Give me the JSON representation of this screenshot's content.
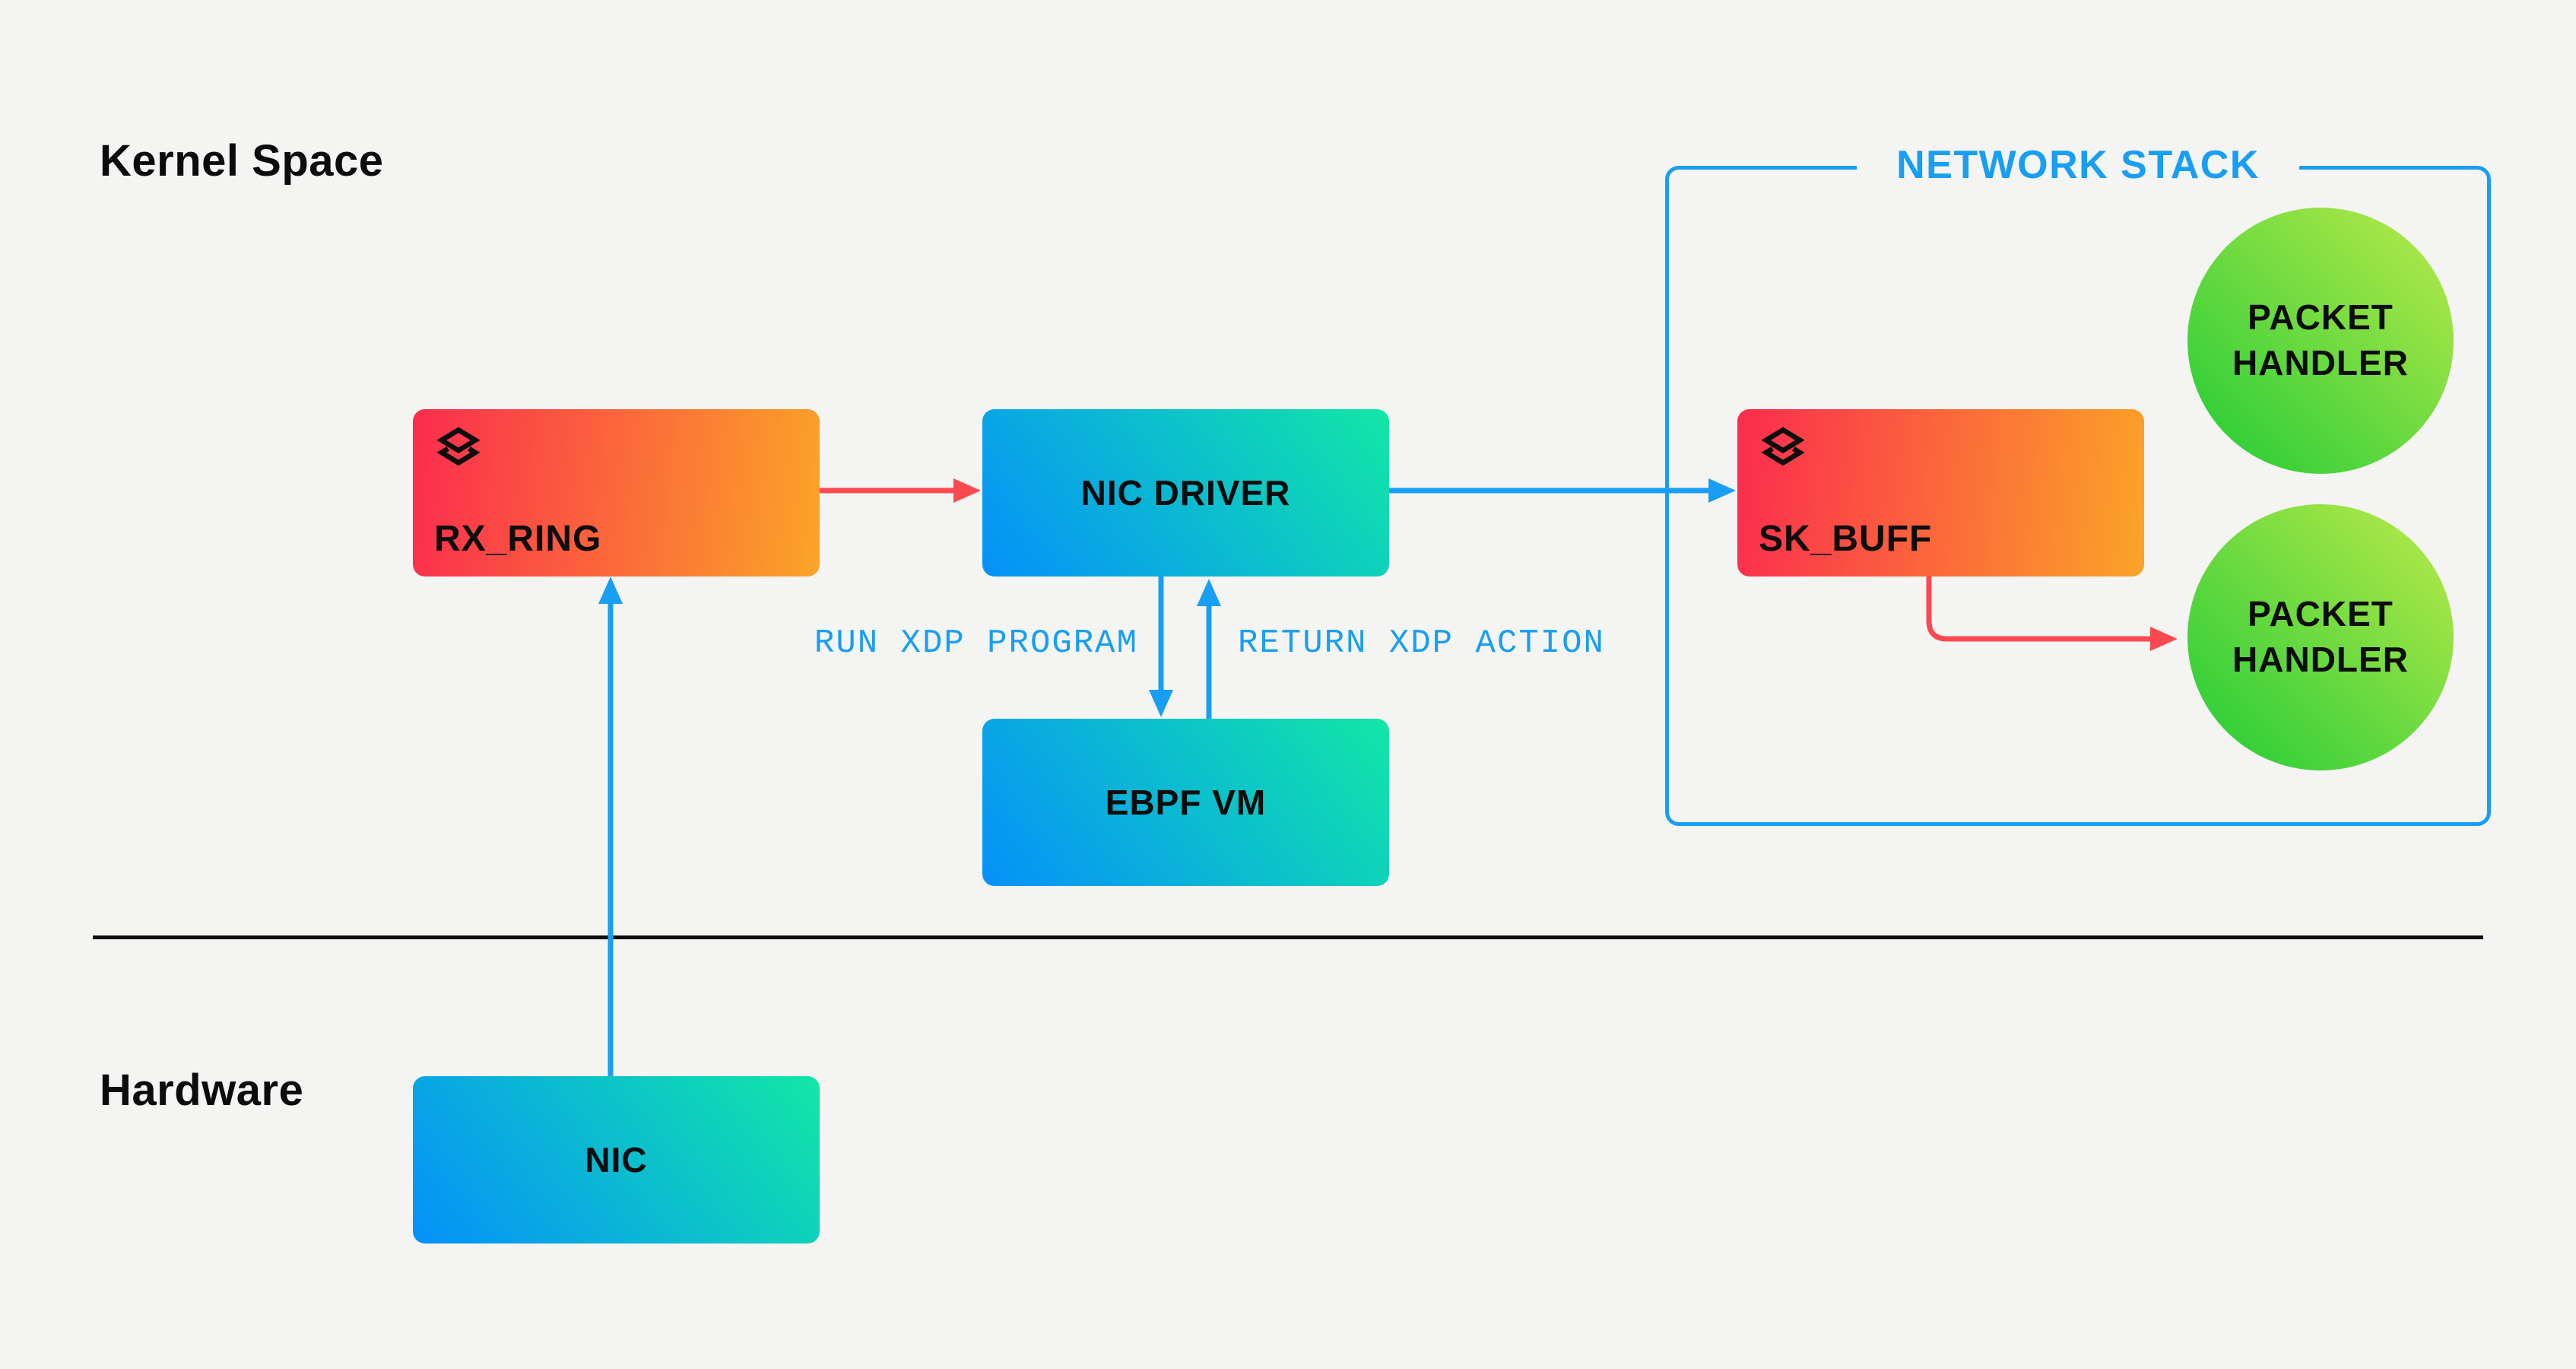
{
  "colors": {
    "bg": "#f4f4f2",
    "accentBlue": "#189ef2",
    "accentRed": "#fa4a4f",
    "ink": "#0d0d0d",
    "hotStart": "#fb2c4e",
    "hotEnd": "#fba427",
    "coolStart": "#0590fa",
    "coolEnd": "#12e7a6",
    "greenStart": "#1fcb36",
    "greenEnd": "#bdea4a"
  },
  "sections": {
    "kernel_space": "Kernel Space",
    "hardware": "Hardware"
  },
  "network_stack": {
    "title": "NETWORK STACK"
  },
  "nodes": {
    "rx_ring": {
      "label": "RX_RING",
      "icon": "stack-layers-icon"
    },
    "nic_driver": {
      "label": "NIC DRIVER"
    },
    "sk_buff": {
      "label": "SK_BUFF",
      "icon": "stack-layers-icon"
    },
    "ebpf_vm": {
      "label": "EBPF VM"
    },
    "nic": {
      "label": "NIC"
    },
    "packet_handler_1": {
      "label": "PACKET HANDLER"
    },
    "packet_handler_2": {
      "label": "PACKET HANDLER"
    }
  },
  "edge_labels": {
    "run_xdp": "RUN XDP PROGRAM",
    "return_xdp": "RETURN XDP ACTION"
  }
}
